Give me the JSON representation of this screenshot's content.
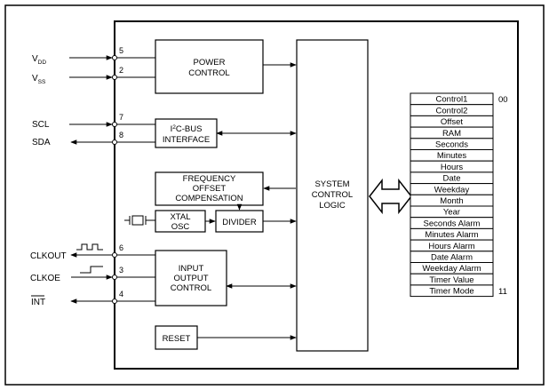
{
  "signals": {
    "vdd": {
      "main": "V",
      "sub": "DD"
    },
    "vss": {
      "main": "V",
      "sub": "SS"
    },
    "scl": "SCL",
    "sda": "SDA",
    "clkout": "CLKOUT",
    "clkoe": "CLKOE",
    "int": "INT"
  },
  "pins": {
    "vdd": "5",
    "vss": "2",
    "scl": "7",
    "sda": "8",
    "clkout": "6",
    "clkoe": "3",
    "int": "4"
  },
  "blocks": {
    "power_control": [
      "POWER",
      "CONTROL"
    ],
    "i2c_interface": {
      "line1_pre": "I",
      "line1_sup": "2",
      "line1_post": "C-BUS",
      "line2": "INTERFACE"
    },
    "frequency_offset": [
      "FREQUENCY",
      "OFFSET",
      "COMPENSATION"
    ],
    "xtal_osc": [
      "XTAL",
      "OSC"
    ],
    "divider": "DIVIDER",
    "input_output_control": [
      "INPUT",
      "OUTPUT",
      "CONTROL"
    ],
    "reset": "RESET",
    "system_control_logic": [
      "SYSTEM",
      "CONTROL",
      "LOGIC"
    ]
  },
  "registers": {
    "items": [
      "Control1",
      "Control2",
      "Offset",
      "RAM",
      "Seconds",
      "Minutes",
      "Hours",
      "Date",
      "Weekday",
      "Month",
      "Year",
      "Seconds Alarm",
      "Minutes Alarm",
      "Hours Alarm",
      "Date Alarm",
      "Weekday Alarm",
      "Timer Value",
      "Timer Mode"
    ],
    "first_address": "00",
    "last_address": "11"
  }
}
